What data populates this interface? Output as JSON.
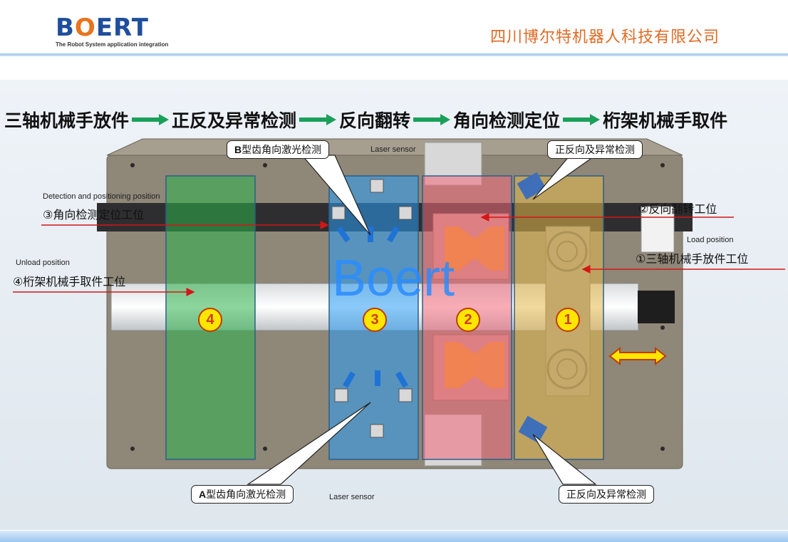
{
  "header": {
    "logo_text_b": "B",
    "logo_text_o": "O",
    "logo_text_rest": "ERT",
    "logo_tagline": "The Robot System application integration",
    "company": "四川博尔特机器人科技有限公司"
  },
  "process": {
    "steps": [
      "三轴机械手放件",
      "正反及异常检测",
      "反向翻转",
      "角向检测定位",
      "桁架机械手取件"
    ]
  },
  "callouts": {
    "b_laser_prefix": "B",
    "b_laser": "型齿角向激光检测",
    "a_laser_prefix": "A",
    "a_laser": "型齿角向激光检测",
    "laser_sensor_top": "Laser sensor",
    "laser_sensor_bottom": "Laser sensor",
    "fr_top": "正反向及异常检测",
    "fr_bottom": "正反向及异常检测"
  },
  "labels": {
    "detect_en": "Detection and positioning   position",
    "detect_cn": "③角向检测定位工位",
    "unload_en": "Unload   position",
    "unload_cn": "④桁架机械手取件工位",
    "flip_cn": "②反向翻转工位",
    "load_en": "Load   position",
    "load_cn": "①三轴机械手放件工位"
  },
  "zones": [
    {
      "number": "4",
      "color": "#2db34a"
    },
    {
      "number": "3",
      "color": "#2a9df4"
    },
    {
      "number": "2",
      "color": "#f26a7a"
    },
    {
      "number": "1",
      "color": "#e6b84a"
    }
  ],
  "watermark": "Boert",
  "colors": {
    "accent": "#1f4e9c",
    "brand_orange": "#e8741e",
    "arrow_green": "#1aa05a"
  }
}
